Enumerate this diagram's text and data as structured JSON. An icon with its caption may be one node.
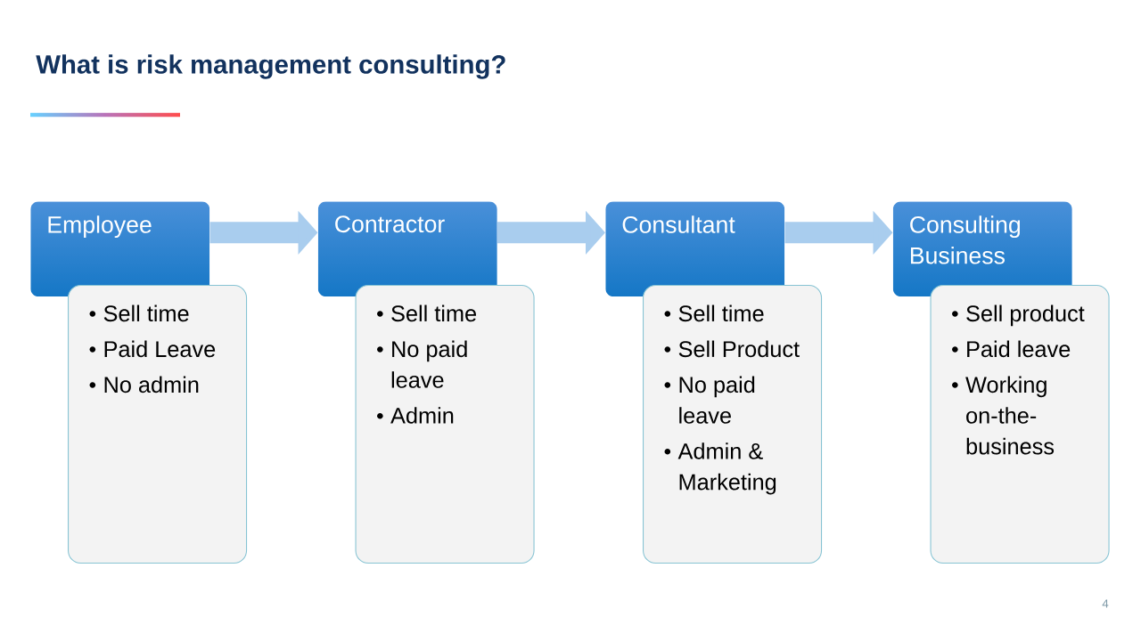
{
  "diagram": {
    "title": "What is risk management consulting?",
    "nodes": [
      {
        "text": [
          "Employee"
        ]
      },
      {
        "text": [
          "Sell time",
          "Paid Leave",
          "No admin"
        ]
      },
      {
        "text": [
          "Contractor"
        ]
      },
      {
        "text": [
          "Sell time",
          "No paid leave",
          "Admin"
        ]
      },
      {
        "text": [
          "Consultant"
        ]
      },
      {
        "text": [
          "Sell time",
          "Sell Product",
          "No paid leave",
          "Admin & Marketing"
        ]
      },
      {
        "text": [
          "Consulting Business"
        ]
      },
      {
        "text": [
          "Sell product",
          "Paid leave",
          "Working on-the-business"
        ]
      }
    ],
    "edges": [
      {
        "from": 0,
        "to": 2,
        "arrow": "to"
      },
      {
        "from": 2,
        "to": 4,
        "arrow": "to"
      },
      {
        "from": 4,
        "to": 6,
        "arrow": "to"
      }
    ],
    "labels": [
      "4"
    ]
  }
}
